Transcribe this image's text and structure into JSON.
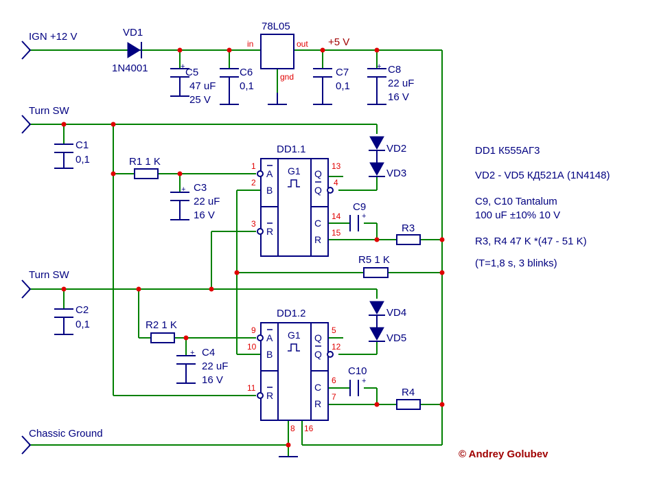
{
  "inputs": {
    "ign": "IGN +12 V",
    "turn1": "Turn SW",
    "turn2": "Turn SW",
    "ground": "Chassic Ground"
  },
  "regulator": {
    "name": "78L05",
    "in": "in",
    "out": "out",
    "gnd": "gnd",
    "rail": "+5 V"
  },
  "diode_vd1": {
    "ref": "VD1",
    "part": "1N4001"
  },
  "components": {
    "c5": {
      "ref": "C5",
      "v1": "47 uF",
      "v2": "25 V"
    },
    "c6": {
      "ref": "C6",
      "v1": "0,1"
    },
    "c7": {
      "ref": "C7",
      "v1": "0,1"
    },
    "c8": {
      "ref": "C8",
      "v1": "22 uF",
      "v2": "16 V"
    },
    "c1": {
      "ref": "C1",
      "v1": "0,1"
    },
    "c2": {
      "ref": "C2",
      "v1": "0,1"
    },
    "c3": {
      "ref": "C3",
      "v1": "22 uF",
      "v2": "16 V"
    },
    "c4": {
      "ref": "C4",
      "v1": "22 uF",
      "v2": "16 V"
    },
    "c9": {
      "ref": "C9"
    },
    "c10": {
      "ref": "C10"
    },
    "r1": {
      "ref": "R1  1 K"
    },
    "r2": {
      "ref": "R2  1 K"
    },
    "r3": {
      "ref": "R3"
    },
    "r4": {
      "ref": "R4"
    },
    "r5": {
      "ref": "R5  1 K"
    },
    "vd2": "VD2",
    "vd3": "VD3",
    "vd4": "VD4",
    "vd5": "VD5",
    "plus": "+"
  },
  "dd1_1": {
    "name": "DD1.1",
    "g": "G1",
    "a": "A",
    "b": "B",
    "r": "R",
    "q": "Q",
    "qbar": "Q",
    "c": "C",
    "rr": "R",
    "pins": {
      "p1": "1",
      "p2": "2",
      "p3": "3",
      "p13": "13",
      "p4": "4",
      "p14": "14",
      "p15": "15"
    }
  },
  "dd1_2": {
    "name": "DD1.2",
    "g": "G1",
    "a": "A",
    "b": "B",
    "r": "R",
    "q": "Q",
    "qbar": "Q",
    "c": "C",
    "rr": "R",
    "pins": {
      "p9": "9",
      "p10": "10",
      "p11": "11",
      "p5": "5",
      "p12": "12",
      "p6": "6",
      "p7": "7",
      "p8": "8",
      "p16": "16"
    }
  },
  "notes": {
    "l1": "DD1 К555АГ3",
    "l2": "VD2 - VD5  КД521А (1N4148)",
    "l3": "C9, C10 Tantalum",
    "l4": "100 uF ±10% 10 V",
    "l5": "R3, R4  47 K  *(47 - 51 K)",
    "l6": "(T=1,8 s, 3 blinks)"
  },
  "copyright": "© Andrey Golubev",
  "colors": {
    "wire": "#008000",
    "component": "#000080",
    "junction": "#e00000"
  }
}
